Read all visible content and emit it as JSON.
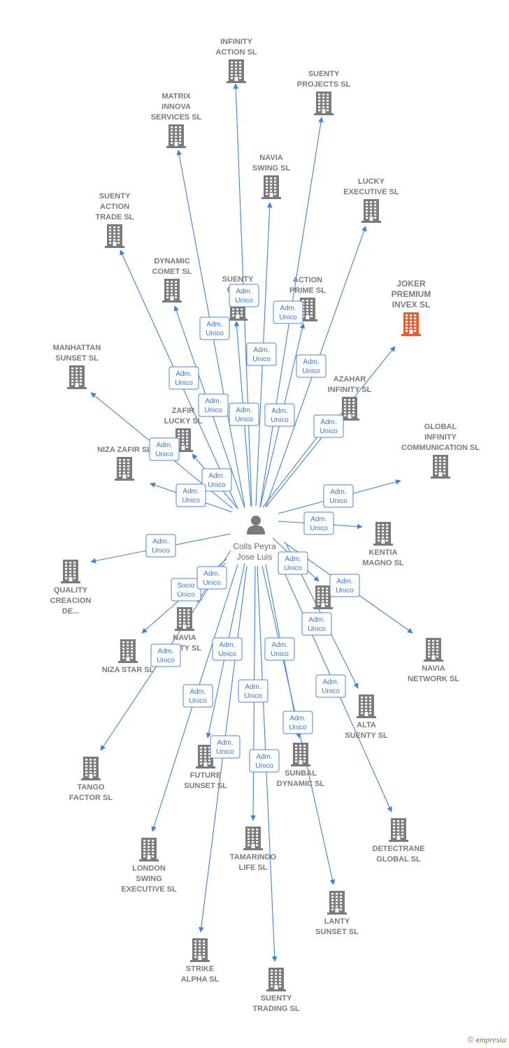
{
  "center": {
    "name_lines": [
      "Colls Peyra",
      "Jose Luis"
    ]
  },
  "colors": {
    "edge": "#3f83d8",
    "building": "#7b7b7b",
    "highlight": "#f05a28"
  },
  "footer": {
    "copyright": "©",
    "brand_initial": "e",
    "brand_rest": "mpresia"
  },
  "nodes": [
    {
      "id": "infinity-action",
      "lines": [
        "INFINITY",
        "ACTION SL"
      ],
      "role": "Adm. Unico"
    },
    {
      "id": "suenty-projects",
      "lines": [
        "SUENTY",
        "PROJECTS SL"
      ],
      "role": "Adm. Unico"
    },
    {
      "id": "matrix-innova",
      "lines": [
        "MATRIX",
        "INNOVA",
        "SERVICES SL"
      ],
      "role": "Adm. Unico"
    },
    {
      "id": "navia-swing",
      "lines": [
        "NAVIA",
        "SWING SL"
      ],
      "role": "Adm. Unico"
    },
    {
      "id": "lucky-executive",
      "lines": [
        "LUCKY",
        "EXECUTIVE SL"
      ],
      "role": "Adm. Unico"
    },
    {
      "id": "suenty-action-trade",
      "lines": [
        "SUENTY",
        "ACTION",
        "TRADE SL"
      ],
      "role": "Adm. Unico"
    },
    {
      "id": "dynamic-comet",
      "lines": [
        "DYNAMIC",
        "COMET SL"
      ],
      "role": "Adm. Unico"
    },
    {
      "id": "suenty-cap",
      "lines": [
        "SUENTY",
        "CAP..."
      ],
      "role": "Adm. Unico"
    },
    {
      "id": "action-prime",
      "lines": [
        "ACTION",
        "PRIME SL"
      ],
      "role": "Adm. Unico"
    },
    {
      "id": "joker-premium",
      "lines": [
        "JOKER",
        "PREMIUM",
        "INVEX  SL"
      ],
      "role": "Adm. Unico",
      "highlight": true
    },
    {
      "id": "manhattan-sunset",
      "lines": [
        "MANHATTAN",
        "SUNSET SL"
      ],
      "role": "Adm. Unico"
    },
    {
      "id": "azahar-infinity",
      "lines": [
        "AZAHAR",
        "INFINITY SL"
      ],
      "role": "Adm. Unico"
    },
    {
      "id": "zafir-lucky",
      "lines": [
        "ZAFIR",
        "LUCKY SL"
      ],
      "role": "Adm. Unico"
    },
    {
      "id": "global-infinity",
      "lines": [
        "GLOBAL",
        "INFINITY",
        "COMMUNICATION SL"
      ],
      "role": "Adm. Unico"
    },
    {
      "id": "niza-zafir",
      "lines": [
        "NIZA ZAFIR SL"
      ],
      "role": "Adm. Unico"
    },
    {
      "id": "kentia-magno",
      "lines": [
        "KENTIA",
        "MAGNO SL"
      ],
      "role": "Adm. Unico"
    },
    {
      "id": "quality-creacion",
      "lines": [
        "QUALITY",
        "CREACION",
        "DE..."
      ],
      "role": "Adm. Unico"
    },
    {
      "id": "r-sl",
      "lines": [
        "...R",
        "...SL"
      ],
      "role": "Adm. Unico"
    },
    {
      "id": "navia-party",
      "lines": [
        "NAVIA",
        "...RTY SL"
      ],
      "role": "Socio Único"
    },
    {
      "id": "navia-network",
      "lines": [
        "NAVIA",
        "NETWORK SL"
      ],
      "role": "Adm. Unico"
    },
    {
      "id": "niza-star",
      "lines": [
        "NIZA STAR SL"
      ],
      "role": "Adm. Unico"
    },
    {
      "id": "alta-suenty",
      "lines": [
        "ALTA",
        "SUENTY SL"
      ],
      "role": "Adm. Unico"
    },
    {
      "id": "tango-factor",
      "lines": [
        "TANGO",
        "FACTOR SL"
      ],
      "role": "Adm. Unico"
    },
    {
      "id": "future-sunset",
      "lines": [
        "FUTURE",
        "SUNSET SL"
      ],
      "role": "Adm. Unico"
    },
    {
      "id": "sunbal-dynamic",
      "lines": [
        "SUNBAL",
        "DYNAMIC SL"
      ],
      "role": "Adm. Unico"
    },
    {
      "id": "detectrane-global",
      "lines": [
        "DETECTRANE",
        "GLOBAL  SL"
      ],
      "role": "Adm. Unico"
    },
    {
      "id": "london-swing",
      "lines": [
        "LONDON",
        "SWING",
        "EXECUTIVE SL"
      ],
      "role": "Adm. Unico"
    },
    {
      "id": "tamarindo-life",
      "lines": [
        "TAMARINDO",
        "LIFE SL"
      ],
      "role": "Adm. Unico"
    },
    {
      "id": "lanty-sunset",
      "lines": [
        "LANTY",
        "SUNSET SL"
      ],
      "role": "Adm. Unico"
    },
    {
      "id": "strike-alpha",
      "lines": [
        "STRIKE",
        "ALPHA SL"
      ],
      "role": "Adm. Unico"
    },
    {
      "id": "suenty-trading",
      "lines": [
        "SUENTY",
        "TRADING SL"
      ],
      "role": "Adm. Unico"
    }
  ]
}
